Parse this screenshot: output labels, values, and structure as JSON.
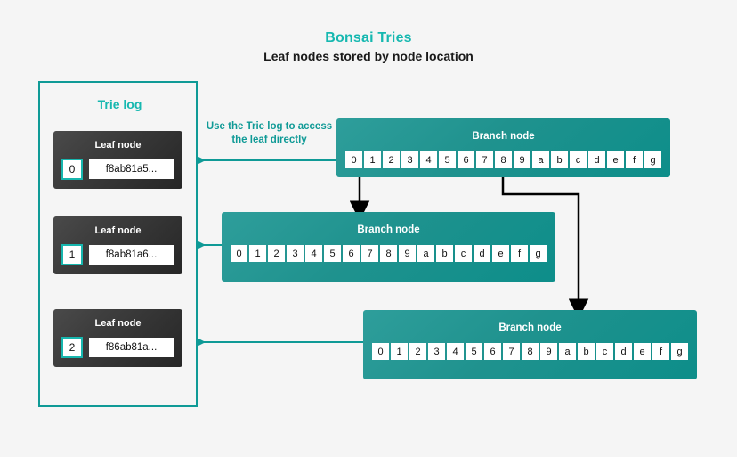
{
  "header": {
    "title": "Bonsai Tries",
    "subtitle": "Leaf nodes stored by node location"
  },
  "colors": {
    "accent_teal": "#16b8b0",
    "branch_teal": "#0d8e8a",
    "panel_border": "#0f9a96",
    "leaf_dark": "#262626",
    "arrow_black": "#000000",
    "background": "#f5f5f5"
  },
  "trie_log": {
    "title": "Trie log",
    "leaf_nodes": [
      {
        "label": "Leaf node",
        "index": "0",
        "hash": "f8ab81a5..."
      },
      {
        "label": "Leaf node",
        "index": "1",
        "hash": "f8ab81a6..."
      },
      {
        "label": "Leaf node",
        "index": "2",
        "hash": "f86ab81a..."
      }
    ]
  },
  "annotation": {
    "text": "Use the Trie log to access the leaf directly"
  },
  "branch_nodes": [
    {
      "label": "Branch node",
      "cells": [
        "0",
        "1",
        "2",
        "3",
        "4",
        "5",
        "6",
        "7",
        "8",
        "9",
        "a",
        "b",
        "c",
        "d",
        "e",
        "f",
        "g"
      ]
    },
    {
      "label": "Branch node",
      "cells": [
        "0",
        "1",
        "2",
        "3",
        "4",
        "5",
        "6",
        "7",
        "8",
        "9",
        "a",
        "b",
        "c",
        "d",
        "e",
        "f",
        "g"
      ]
    },
    {
      "label": "Branch node",
      "cells": [
        "0",
        "1",
        "2",
        "3",
        "4",
        "5",
        "6",
        "7",
        "8",
        "9",
        "a",
        "b",
        "c",
        "d",
        "e",
        "f",
        "g"
      ]
    }
  ]
}
